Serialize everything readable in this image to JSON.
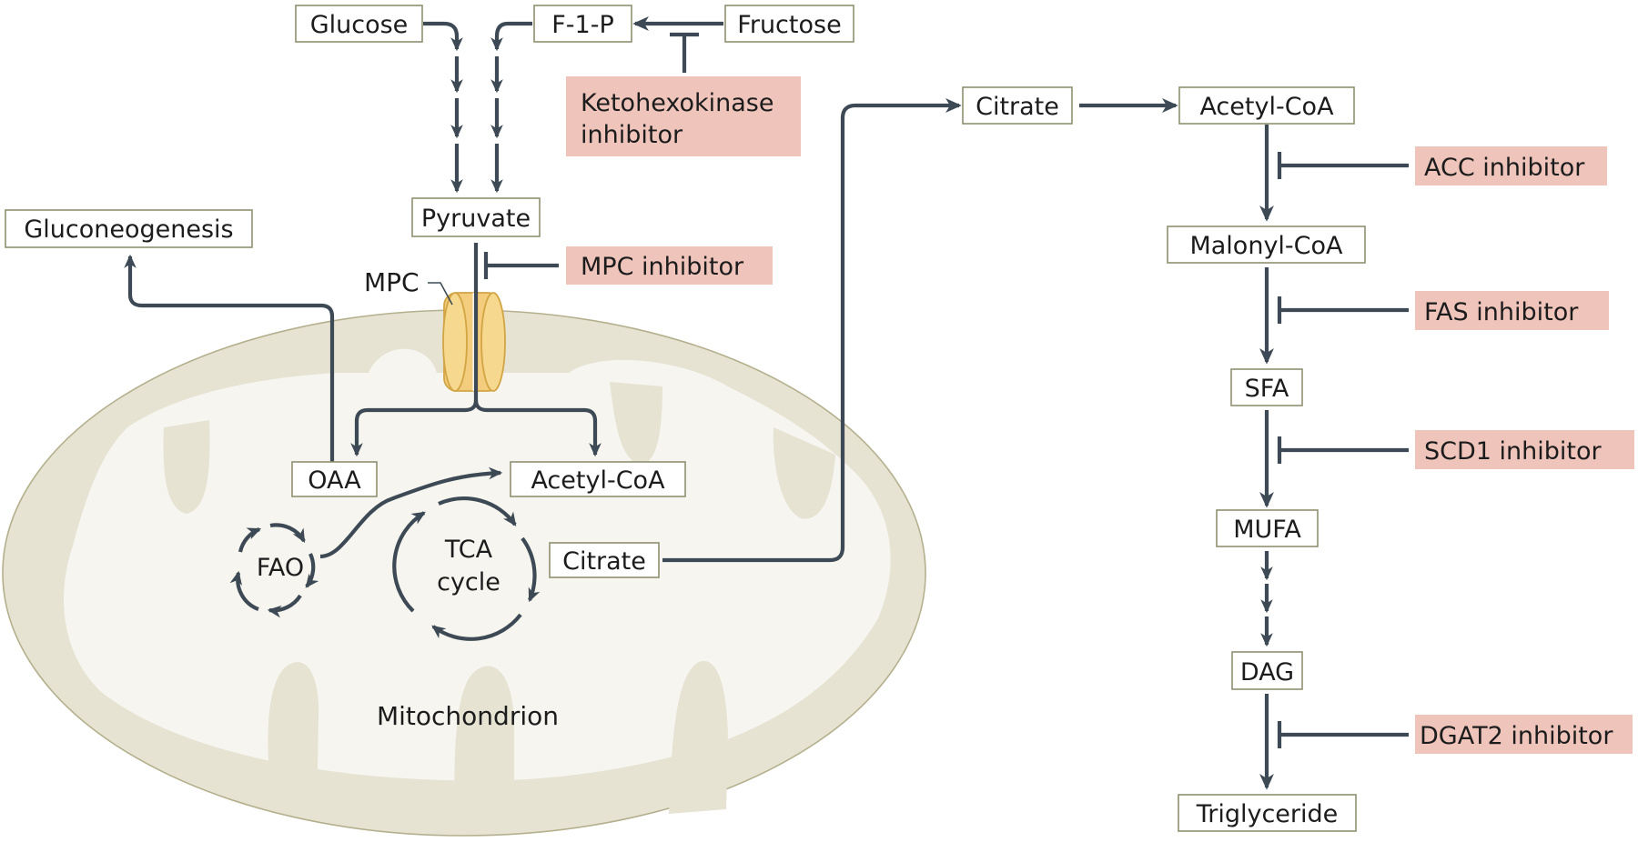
{
  "inputs": {
    "glucose": "Glucose",
    "f1p": "F-1-P",
    "fructose": "Fructose",
    "pyruvate": "Pyruvate",
    "gluconeogenesis": "Gluconeogenesis",
    "mpc_label": "MPC"
  },
  "mitochondrion": {
    "label": "Mitochondrion",
    "oaa": "OAA",
    "acetyl_coa": "Acetyl-CoA",
    "fao": "FAO",
    "tca_line1": "TCA",
    "tca_line2": "cycle",
    "citrate": "Citrate"
  },
  "lipogenesis": {
    "citrate": "Citrate",
    "acetyl_coa": "Acetyl-CoA",
    "malonyl_coa": "Malonyl-CoA",
    "sfa": "SFA",
    "mufa": "MUFA",
    "dag": "DAG",
    "triglyceride": "Triglyceride"
  },
  "inhibitors": {
    "khk_line1": "Ketohexokinase",
    "khk_line2": "inhibitor",
    "mpc": "MPC inhibitor",
    "acc": "ACC inhibitor",
    "fas": "FAS inhibitor",
    "scd1": "SCD1 inhibitor",
    "dgat2": "DGAT2 inhibitor"
  },
  "colors": {
    "arrow": "#3d4a55",
    "inhibitor_fill": "#efc4bb",
    "mito_outer": "#e6e3d3",
    "mito_inner": "#f6f5ef",
    "mpc_channel": "#f3cd7d"
  }
}
